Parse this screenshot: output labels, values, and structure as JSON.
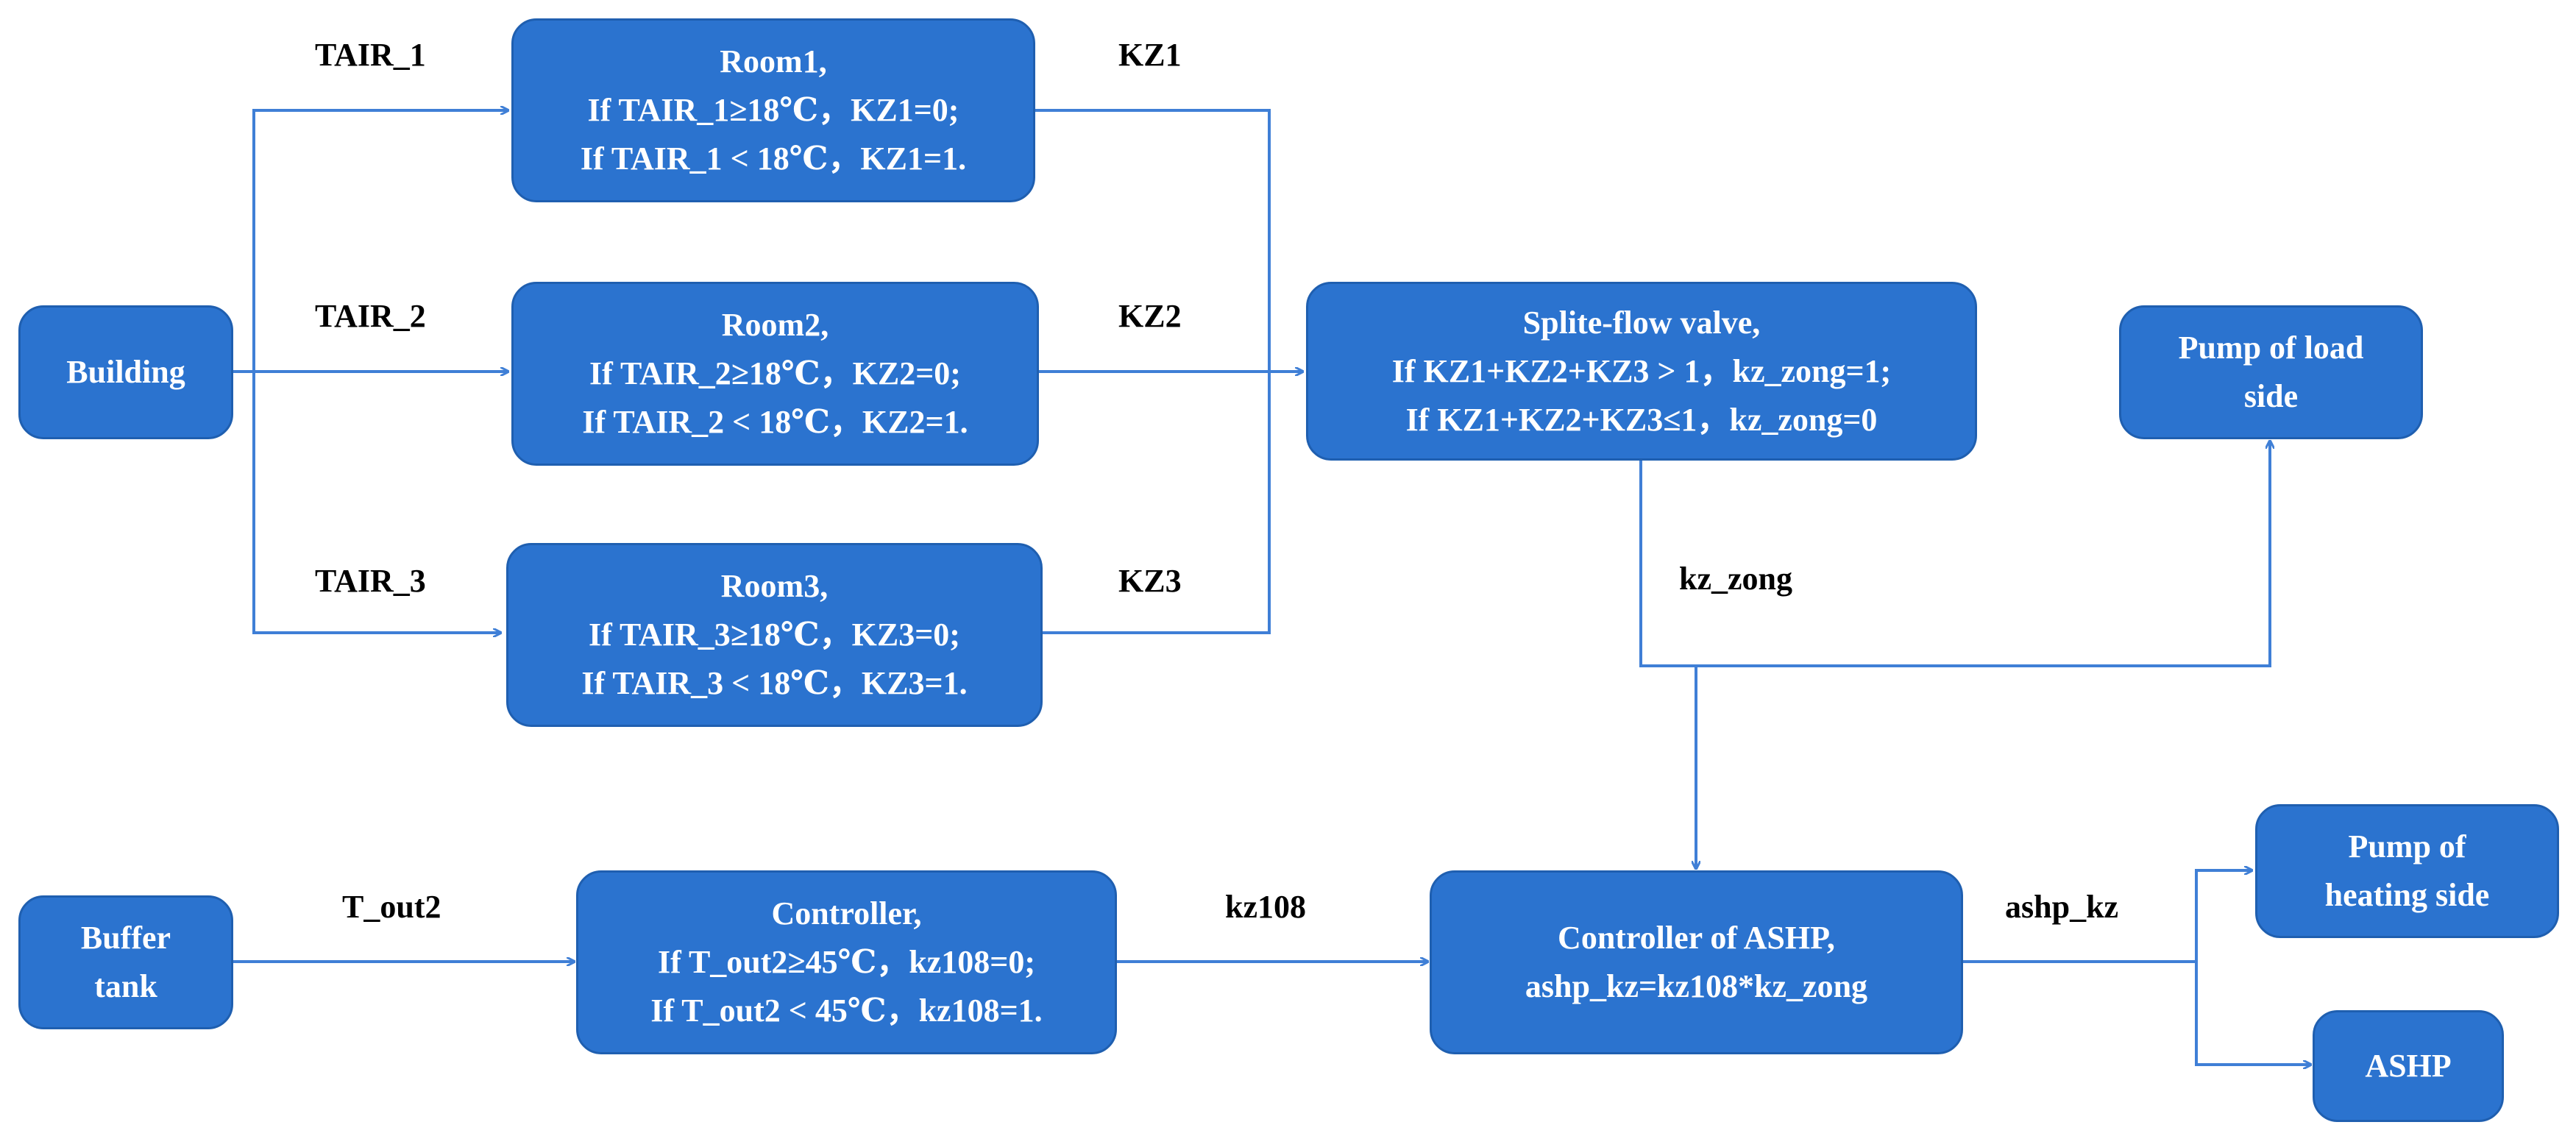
{
  "nodes": {
    "building": {
      "lines": [
        "Building"
      ]
    },
    "room1": {
      "lines": [
        "Room1,",
        "If TAIR_1≥18℃，KZ1=0;",
        "If TAIR_1 < 18℃，KZ1=1."
      ]
    },
    "room2": {
      "lines": [
        "Room2,",
        "If TAIR_2≥18℃，KZ2=0;",
        "If TAIR_2 < 18℃，KZ2=1."
      ]
    },
    "room3": {
      "lines": [
        "Room3,",
        "If TAIR_3≥18℃，KZ3=0;",
        "If TAIR_3 < 18℃，KZ3=1."
      ]
    },
    "splitvalve": {
      "lines": [
        "Splite-flow valve,",
        "If KZ1+KZ2+KZ3 > 1，kz_zong=1;",
        "If KZ1+KZ2+KZ3≤1，kz_zong=0"
      ]
    },
    "pump_load": {
      "lines": [
        "Pump of load",
        "side"
      ]
    },
    "buffer": {
      "lines": [
        "Buffer",
        "tank"
      ]
    },
    "controller": {
      "lines": [
        "Controller,",
        "If T_out2≥45℃，kz108=0;",
        "If T_out2 < 45℃，kz108=1."
      ]
    },
    "ashp_controller": {
      "lines": [
        "Controller of ASHP,",
        "ashp_kz=kz108*kz_zong"
      ]
    },
    "pump_heating": {
      "lines": [
        "Pump of",
        "heating side"
      ]
    },
    "ashp": {
      "lines": [
        "ASHP"
      ]
    }
  },
  "labels": {
    "tair1": "TAIR_1",
    "tair2": "TAIR_2",
    "tair3": "TAIR_3",
    "kz1": "KZ1",
    "kz2": "KZ2",
    "kz3": "KZ3",
    "kz_zong": "kz_zong",
    "t_out2": "T_out2",
    "kz108": "kz108",
    "ashp_kz": "ashp_kz"
  },
  "colors": {
    "node_fill": "#2b73cf",
    "connector": "#3f7fd6"
  }
}
